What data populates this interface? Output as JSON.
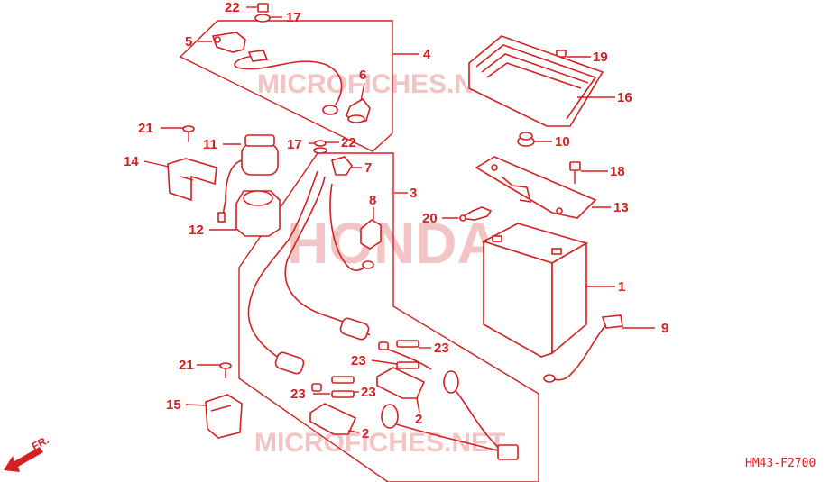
{
  "diagram": {
    "figure_code": "HM43-F2700",
    "front_marker": "FR.",
    "watermarks": [
      "MICROFICHES.NET",
      "HONDA",
      "MICROFICHES.NET"
    ],
    "callouts": [
      {
        "id": "c22a",
        "label": "22"
      },
      {
        "id": "c17a",
        "label": "17"
      },
      {
        "id": "c5",
        "label": "5"
      },
      {
        "id": "c4",
        "label": "4"
      },
      {
        "id": "c6",
        "label": "6"
      },
      {
        "id": "c19",
        "label": "19"
      },
      {
        "id": "c16",
        "label": "16"
      },
      {
        "id": "c21a",
        "label": "21"
      },
      {
        "id": "c11",
        "label": "11"
      },
      {
        "id": "c17b",
        "label": "17"
      },
      {
        "id": "c22b",
        "label": "22"
      },
      {
        "id": "c10",
        "label": "10"
      },
      {
        "id": "c14",
        "label": "14"
      },
      {
        "id": "c7",
        "label": "7"
      },
      {
        "id": "c18",
        "label": "18"
      },
      {
        "id": "c3",
        "label": "3"
      },
      {
        "id": "c8",
        "label": "8"
      },
      {
        "id": "c13",
        "label": "13"
      },
      {
        "id": "c20",
        "label": "20"
      },
      {
        "id": "c12",
        "label": "12"
      },
      {
        "id": "c1",
        "label": "1"
      },
      {
        "id": "c9",
        "label": "9"
      },
      {
        "id": "c23a",
        "label": "23"
      },
      {
        "id": "c23b",
        "label": "23"
      },
      {
        "id": "c21b",
        "label": "21"
      },
      {
        "id": "c23c",
        "label": "23"
      },
      {
        "id": "c23d",
        "label": "23"
      },
      {
        "id": "c15",
        "label": "15"
      },
      {
        "id": "c2a",
        "label": "2"
      },
      {
        "id": "c2b",
        "label": "2"
      }
    ]
  }
}
